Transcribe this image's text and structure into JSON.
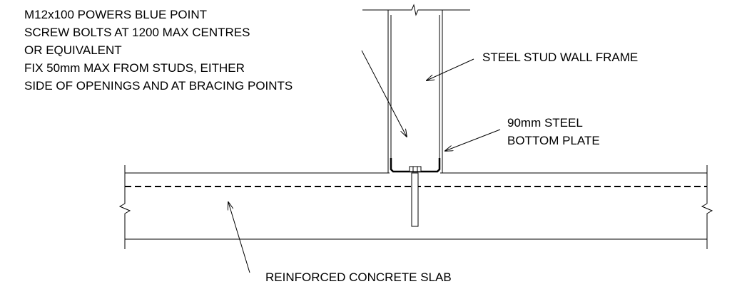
{
  "annotations": {
    "bolt_note": [
      "M12x100 POWERS BLUE POINT",
      "SCREW BOLTS AT 1200 MAX CENTRES",
      "OR EQUIVALENT",
      "FIX 50mm MAX FROM STUDS, EITHER",
      "SIDE OF OPENINGS AND AT BRACING POINTS"
    ],
    "stud_frame": "STEEL STUD WALL FRAME",
    "bottom_plate": [
      "90mm STEEL",
      "BOTTOM PLATE"
    ],
    "slab": "REINFORCED CONCRETE SLAB"
  },
  "colors": {
    "line": "#000000",
    "background": "#ffffff"
  }
}
